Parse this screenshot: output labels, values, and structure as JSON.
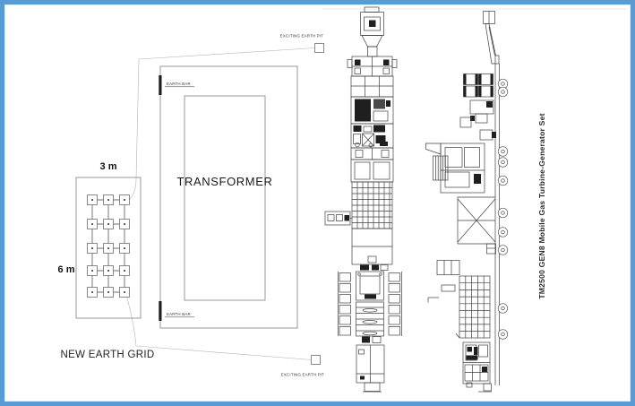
{
  "frame": {
    "border_color": "#5b9bd5",
    "background": "#ffffff"
  },
  "diagram": {
    "earth_grid": {
      "width_label": "3 m",
      "height_label": "6 m",
      "caption": "NEW EARTH GRID",
      "rod_rows": 5,
      "rod_cols": 3
    },
    "transformer": {
      "label": "TRANSFORMER"
    },
    "earth_bars": {
      "top_label": "EARTH BAR",
      "bottom_label": "EARTH BAR"
    },
    "earth_pits": {
      "top_label": "EXCITING EARTH PIT",
      "bottom_label": "EXCITING EARTH PIT"
    },
    "generator_set": {
      "label": "TM2500 GEN8 Mobile Gas Turbine-Generator Set"
    },
    "colors": {
      "line": "#3f3f3f",
      "leader": "#b3b3b3",
      "text": "#1a1a1a"
    }
  }
}
